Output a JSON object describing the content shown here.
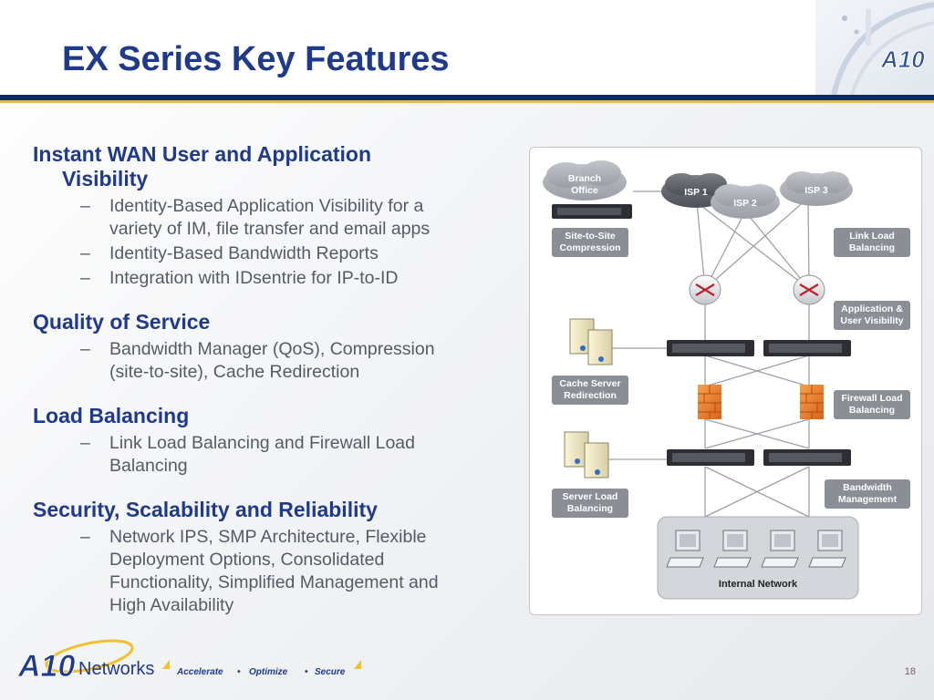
{
  "slide": {
    "title": "EX Series Key Features",
    "page_number": "18"
  },
  "sections": [
    {
      "title_line1": "Instant WAN User and Application",
      "title_line2": "Visibility",
      "bullets": [
        {
          "line1": "Identity-Based Application Visibility for a",
          "line2": "variety of IM, file transfer and email apps"
        },
        {
          "line1": "Identity-Based Bandwidth Reports",
          "line2": ""
        },
        {
          "line1": "Integration with IDsentrie for IP-to-ID",
          "line2": ""
        }
      ]
    },
    {
      "title_line1": "Quality of Service",
      "title_line2": "",
      "bullets": [
        {
          "line1": "Bandwidth Manager (QoS), Compression",
          "line2": "(site-to-site), Cache Redirection"
        }
      ]
    },
    {
      "title_line1": "Load Balancing",
      "title_line2": "",
      "bullets": [
        {
          "line1": "Link Load Balancing and Firewall Load",
          "line2": "Balancing"
        }
      ]
    },
    {
      "title_line1": "Security, Scalability and Reliability",
      "title_line2": "",
      "bullets": [
        {
          "line1": "Network IPS, SMP Architecture, Flexible",
          "line2": "Deployment Options, Consolidated",
          "line3": "Functionality, Simplified Management and",
          "line4": "High Availability"
        }
      ]
    }
  ],
  "diagram": {
    "branch_office": [
      "Branch",
      "Office"
    ],
    "isp1": "ISP 1",
    "isp2": "ISP 2",
    "isp3": "ISP 3",
    "site_to_site": [
      "Site-to-Site",
      "Compression"
    ],
    "link_load": [
      "Link Load",
      "Balancing"
    ],
    "app_user_vis": [
      "Application &",
      "User Visibility"
    ],
    "cache_server": [
      "Cache Server",
      "Redirection"
    ],
    "firewall_load": [
      "Firewall Load",
      "Balancing"
    ],
    "bandwidth_mgmt": [
      "Bandwidth",
      "Management"
    ],
    "server_load": [
      "Server Load",
      "Balancing"
    ],
    "internal_network": "Internal Network"
  },
  "footer": {
    "logo_mark": "A10",
    "logo_word": "Networks",
    "tagline_1": "Accelerate",
    "tagline_2": "Optimize",
    "tagline_3": "Secure",
    "tagline_sep": "•"
  },
  "colors": {
    "title_blue": "#1f3a8a",
    "rule_blue": "#0d2b6b",
    "rule_orange": "#f0b35a",
    "label_gray": "#8a8f96",
    "firewall_orange": "#e8792b"
  }
}
